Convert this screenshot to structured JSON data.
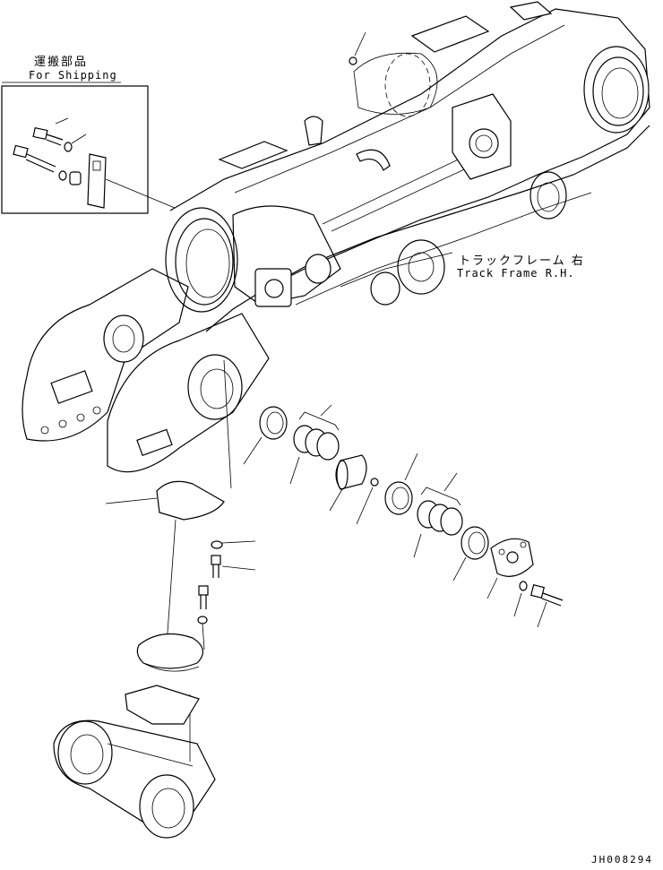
{
  "shipping_box": {
    "label_jp": "運搬部品",
    "label_en": "For Shipping"
  },
  "track_frame": {
    "label_jp": "トラックフレーム 右",
    "label_en": "Track Frame R.H."
  },
  "drawing_code": "JH008294",
  "colors": {
    "line": "#000000",
    "background": "#ffffff"
  }
}
